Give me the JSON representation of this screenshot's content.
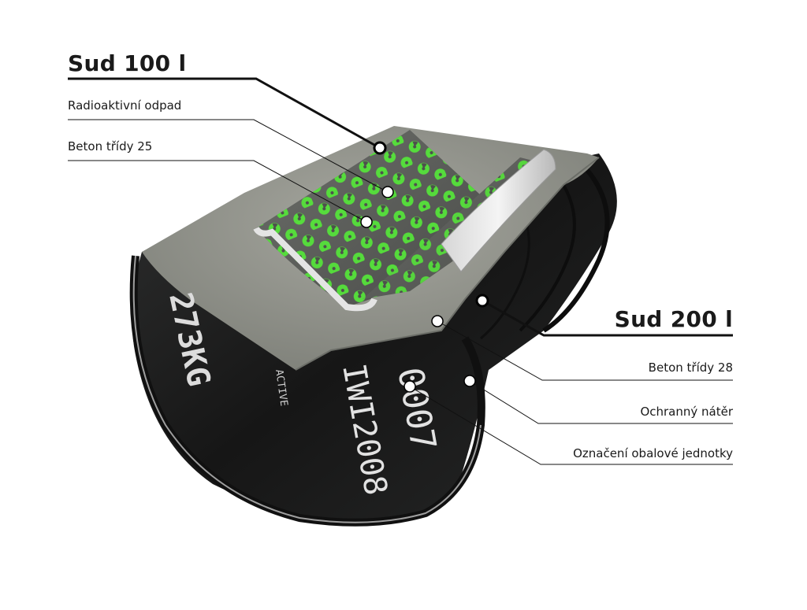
{
  "labels": {
    "drum_100": "Sud 100 l",
    "radioactive_waste": "Radioaktivní odpad",
    "concrete_25": "Beton třídy 25",
    "drum_200": "Sud 200 l",
    "concrete_28": "Beton třídy 28",
    "protective_coating": "Ochranný nátěr",
    "package_marking": "Označení obalové jednotky"
  },
  "drum_markings": {
    "weight": "273KG",
    "serial": "0007",
    "code": "IWI2008",
    "radioactive": "ACTIVE"
  },
  "colors": {
    "drum_black": "#1c1c1c",
    "concrete_gray": "#8f918a",
    "inner_drum_gray": "#5d5f5c",
    "radiation_green": "#55e23a",
    "leader_line": "#111111"
  }
}
